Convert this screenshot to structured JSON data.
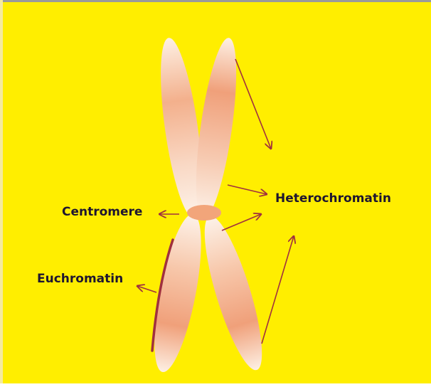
{
  "diagram": {
    "labels": {
      "heterochromatin": "Heterochromatin",
      "centromere": "Centromere",
      "euchromatin": "Euchromatin"
    },
    "colors": {
      "background": "#ffee00",
      "border": "#9a9a9a",
      "arm_core": "#f0a07a",
      "arm_light": "#fdf0e4",
      "centromere": "#f2a57a",
      "arrow": "#a0303f",
      "label_text": "#1e1530"
    }
  }
}
